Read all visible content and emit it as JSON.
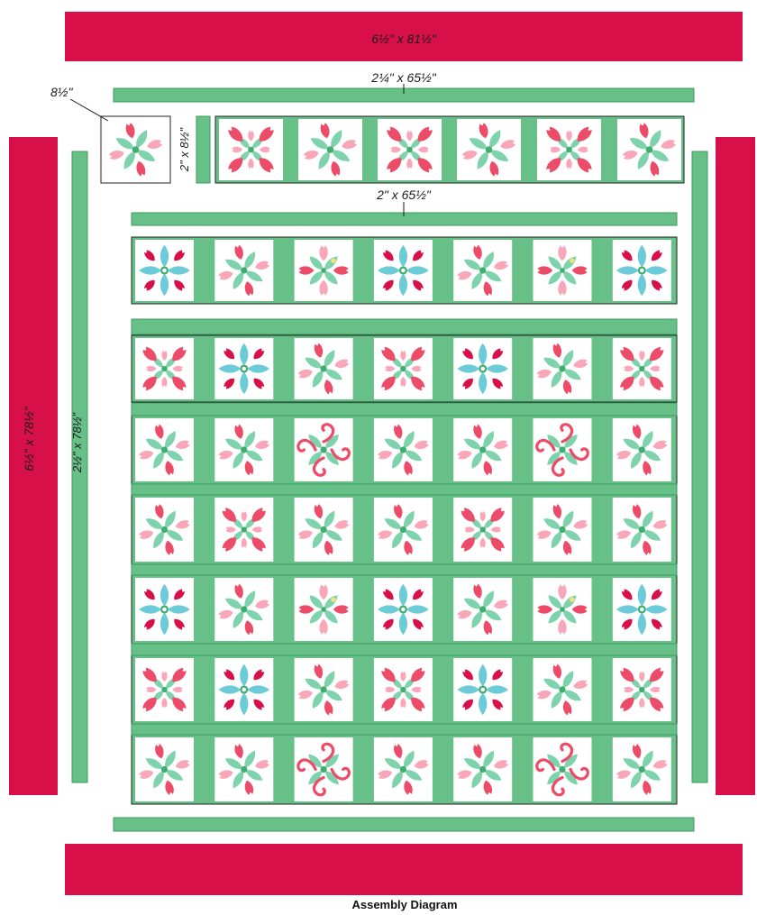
{
  "colors": {
    "border": "#d8104a",
    "sashing": "#66c087",
    "sashing_edge": "#3f9a5e",
    "block_bg": "#ffffff",
    "petal_red": "#ec4c68",
    "petal_pink": "#f9a6b8",
    "petal_dark": "#d8104a",
    "leaf_green": "#7fd3ac",
    "leaf_blue": "#6ccbd8",
    "center_green": "#3fae6e",
    "accent_yellow": "#f6e27a"
  },
  "labels": {
    "top_border": "6½\" x 81½\"",
    "top_sashing": "2¼\" x 65½\"",
    "corner_block": "8½\"",
    "short_sashing": "2\" x 8½\"",
    "row_sashing": "2\" x 65½\"",
    "left_border": "6½\" x 78½\"",
    "left_sashing": "2½\" x 78½\""
  },
  "caption": "Assembly Diagram",
  "block_rows": [
    [
      "wind",
      "tulip",
      "wind",
      "tulip",
      "wind",
      "tulip",
      "wind"
    ],
    [
      "leaf",
      "wind",
      "star",
      "leaf",
      "wind",
      "star",
      "leaf"
    ],
    [
      "tulip",
      "leaf",
      "wind",
      "tulip",
      "leaf",
      "wind",
      "tulip"
    ],
    [
      "wind",
      "wind",
      "swirl",
      "wind",
      "wind",
      "swirl",
      "wind"
    ],
    [
      "wind",
      "tulip",
      "wind",
      "wind",
      "tulip",
      "wind",
      "wind"
    ],
    [
      "leaf",
      "wind",
      "star",
      "leaf",
      "wind",
      "star",
      "leaf"
    ],
    [
      "tulip",
      "leaf",
      "wind",
      "tulip",
      "leaf",
      "wind",
      "tulip"
    ],
    [
      "wind",
      "wind",
      "swirl",
      "wind",
      "wind",
      "swirl",
      "wind"
    ]
  ]
}
